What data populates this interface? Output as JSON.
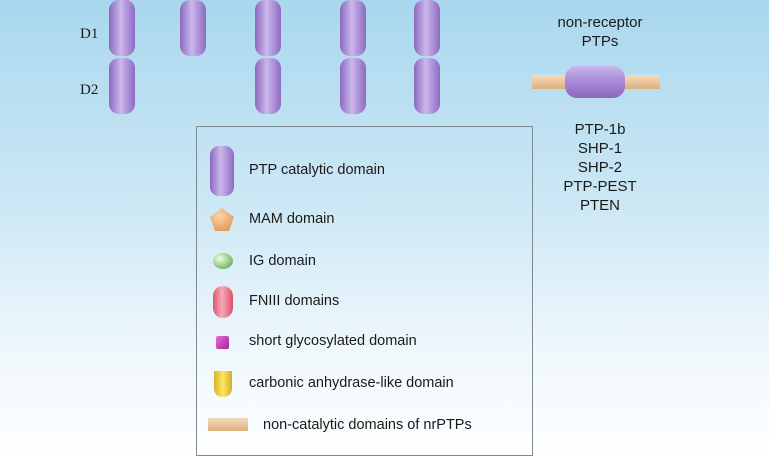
{
  "domain_labels": {
    "d1": "D1",
    "d2": "D2"
  },
  "non_receptor": {
    "title_line1": "non-receptor",
    "title_line2": "PTPs",
    "members": [
      "PTP-1b",
      "SHP-1",
      "SHP-2",
      "PTP-PEST",
      "PTEN"
    ]
  },
  "legend": {
    "items": [
      {
        "icon": "ptp-catalytic-domain-icon",
        "label": "PTP catalytic domain"
      },
      {
        "icon": "mam-domain-icon",
        "label": "MAM domain"
      },
      {
        "icon": "ig-domain-icon",
        "label": "IG domain"
      },
      {
        "icon": "fniii-domain-icon",
        "label": "FNIII domains"
      },
      {
        "icon": "short-glycosylated-domain-icon",
        "label": "short glycosylated domain"
      },
      {
        "icon": "carbonic-anhydrase-like-domain-icon",
        "label": "carbonic anhydrase-like domain"
      },
      {
        "icon": "non-catalytic-domain-icon",
        "label": "non-catalytic domains of nrPTPs"
      }
    ]
  },
  "colors": {
    "ptp_purple": "#a07fcf",
    "ptp_purple_light": "#d2c2ee",
    "mam_orange": "#f3b27a",
    "ig_green": "#8fcf7a",
    "fniii_red": "#ec6f8a",
    "glyco_magenta": "#c93fb5",
    "carbonic_yellow": "#f0d23a",
    "noncatalytic_tan": "#e9c59c"
  }
}
